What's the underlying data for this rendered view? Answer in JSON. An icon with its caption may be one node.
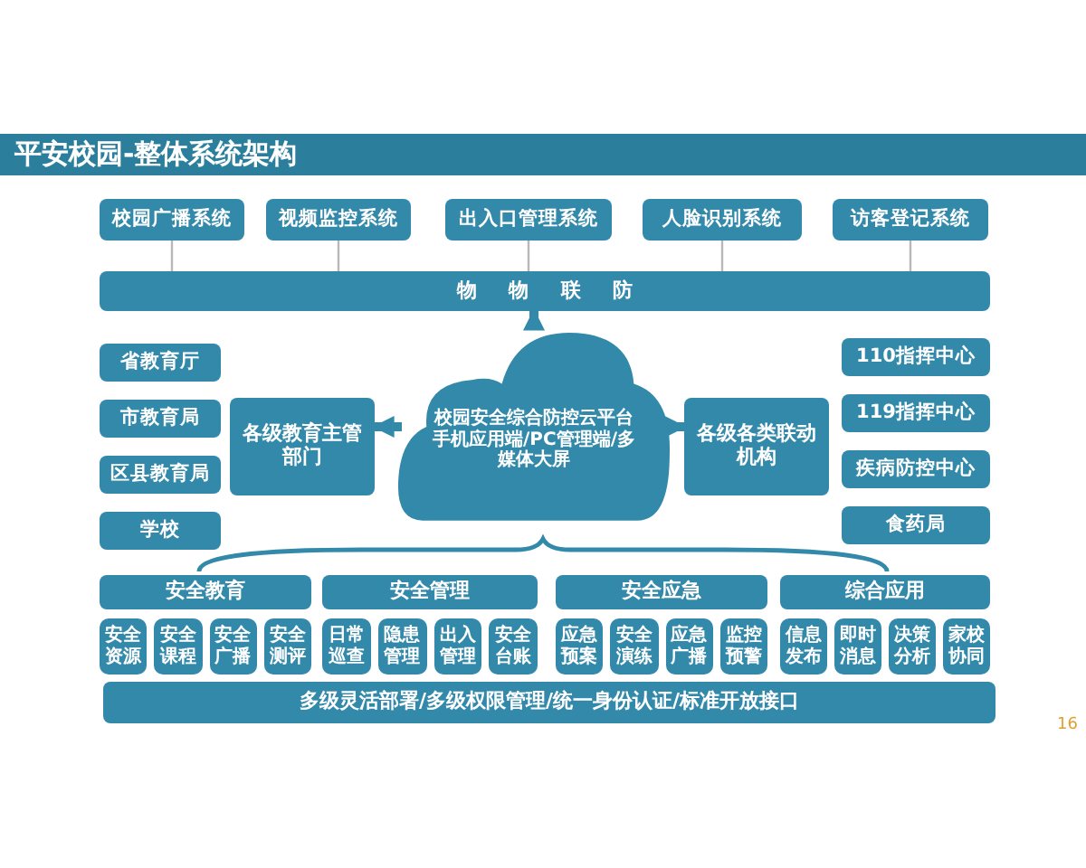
{
  "diagram": {
    "title": "平安校园-整体系统架构",
    "nodes": [
      {
        "text": [
          "校园广播系统"
        ]
      },
      {
        "text": [
          "视频监控系统"
        ]
      },
      {
        "text": [
          "出入口管理系统"
        ]
      },
      {
        "text": [
          "人脸识别系统"
        ]
      },
      {
        "text": [
          "访客登记系统"
        ]
      },
      {
        "text": [
          "物物联防"
        ]
      },
      {
        "text": [
          "省教育厅"
        ]
      },
      {
        "text": [
          "市教育局"
        ]
      },
      {
        "text": [
          "区县教育局"
        ]
      },
      {
        "text": [
          "学校"
        ]
      },
      {
        "text": [
          "各级教育主管部门"
        ]
      },
      {
        "text": [
          "校园安全综合防控云平台手机应用端/PC管理端/多媒体大屏"
        ]
      },
      {
        "text": [
          "各级各类联动机构"
        ]
      },
      {
        "text": [
          "110指挥中心"
        ]
      },
      {
        "text": [
          "119指挥中心"
        ]
      },
      {
        "text": [
          "疾病防控中心"
        ]
      },
      {
        "text": [
          "食药局"
        ]
      },
      {
        "text": [
          "安全教育"
        ]
      },
      {
        "text": [
          "安全资源"
        ]
      },
      {
        "text": [
          "安全课程"
        ]
      },
      {
        "text": [
          "安全广播"
        ]
      },
      {
        "text": [
          "安全测评"
        ]
      },
      {
        "text": [
          "安全管理"
        ]
      },
      {
        "text": [
          "日常巡查"
        ]
      },
      {
        "text": [
          "隐患管理"
        ]
      },
      {
        "text": [
          "出入管理"
        ]
      },
      {
        "text": [
          "安全台账"
        ]
      },
      {
        "text": [
          "安全应急"
        ]
      },
      {
        "text": [
          "应急预案"
        ]
      },
      {
        "text": [
          "安全演练"
        ]
      },
      {
        "text": [
          "应急广播"
        ]
      },
      {
        "text": [
          "监控预警"
        ]
      },
      {
        "text": [
          "综合应用"
        ]
      },
      {
        "text": [
          "信息发布"
        ]
      },
      {
        "text": [
          "即时消息"
        ]
      },
      {
        "text": [
          "决策分析"
        ]
      },
      {
        "text": [
          "家校协同"
        ]
      },
      {
        "text": [
          "多级灵活部署/多级权限管理/统一身份认证/标准开放接口"
        ]
      }
    ],
    "edges": [
      {
        "from": 0,
        "to": 5,
        "arrow": "none"
      },
      {
        "from": 1,
        "to": 5,
        "arrow": "none"
      },
      {
        "from": 2,
        "to": 5,
        "arrow": "none"
      },
      {
        "from": 3,
        "to": 5,
        "arrow": "none"
      },
      {
        "from": 4,
        "to": 5,
        "arrow": "none"
      },
      {
        "from": 11,
        "to": 5,
        "arrow": "to",
        "style": "thick",
        "color": "#3389aa"
      },
      {
        "from": 11,
        "to": 10,
        "arrow": "to",
        "style": "thick",
        "color": "#3389aa"
      },
      {
        "from": 11,
        "to": 12,
        "arrow": "to",
        "style": "thick",
        "color": "#3389aa"
      }
    ],
    "labels": [
      "16"
    ]
  }
}
